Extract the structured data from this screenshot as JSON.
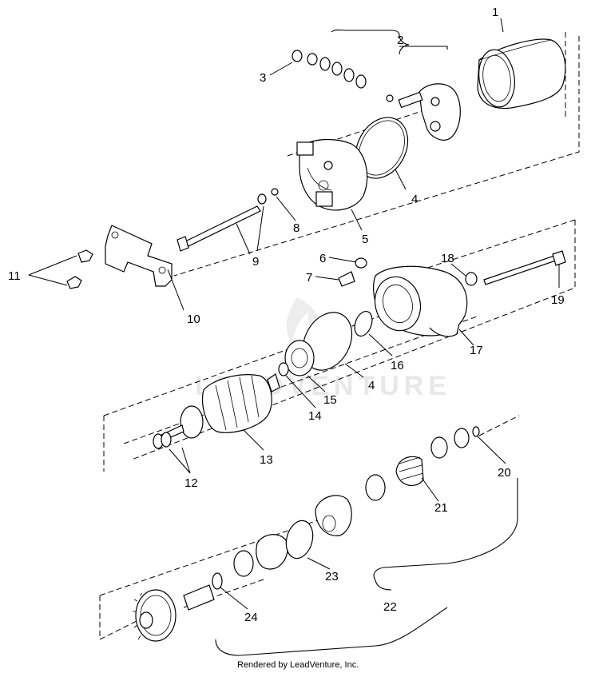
{
  "diagram": {
    "watermark": "LEADVENTURE",
    "footer": "Rendered by LeadVenture, Inc.",
    "callouts": [
      {
        "id": "c1",
        "label": "1"
      },
      {
        "id": "c2",
        "label": "2"
      },
      {
        "id": "c3",
        "label": "3"
      },
      {
        "id": "c4a",
        "label": "4"
      },
      {
        "id": "c4b",
        "label": "4"
      },
      {
        "id": "c5",
        "label": "5"
      },
      {
        "id": "c6",
        "label": "6"
      },
      {
        "id": "c7",
        "label": "7"
      },
      {
        "id": "c8",
        "label": "8"
      },
      {
        "id": "c9",
        "label": "9"
      },
      {
        "id": "c10",
        "label": "10"
      },
      {
        "id": "c11",
        "label": "11"
      },
      {
        "id": "c12",
        "label": "12"
      },
      {
        "id": "c13",
        "label": "13"
      },
      {
        "id": "c14",
        "label": "14"
      },
      {
        "id": "c15",
        "label": "15"
      },
      {
        "id": "c16",
        "label": "16"
      },
      {
        "id": "c17",
        "label": "17"
      },
      {
        "id": "c18",
        "label": "18"
      },
      {
        "id": "c19",
        "label": "19"
      },
      {
        "id": "c20",
        "label": "20"
      },
      {
        "id": "c21",
        "label": "21"
      },
      {
        "id": "c22",
        "label": "22"
      },
      {
        "id": "c23",
        "label": "23"
      },
      {
        "id": "c24",
        "label": "24"
      }
    ]
  }
}
